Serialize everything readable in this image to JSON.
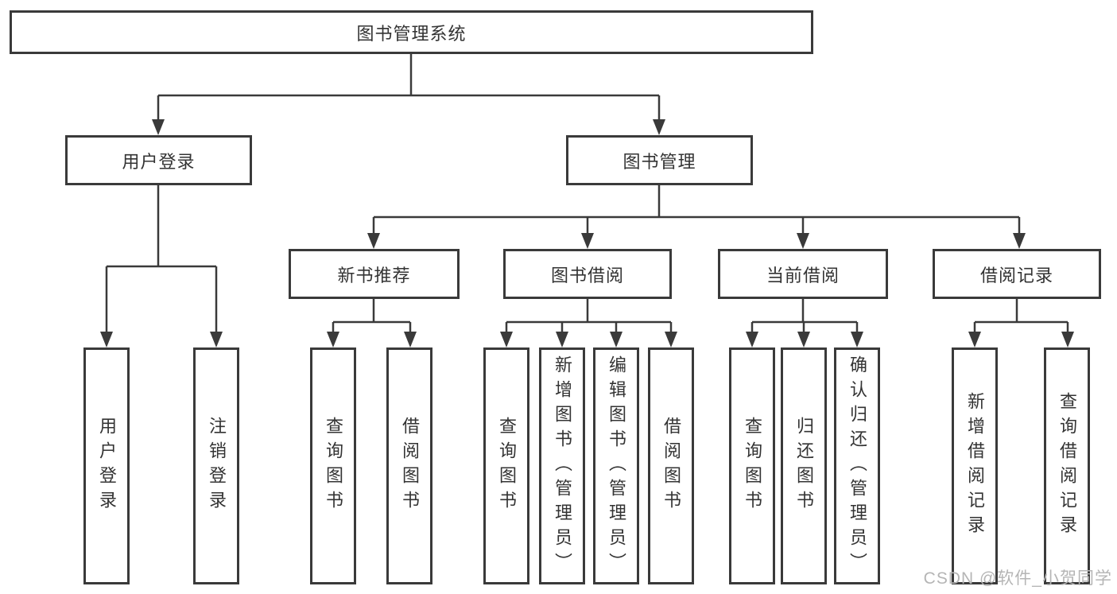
{
  "diagram_title": "图书管理系统",
  "nodes": {
    "root": "图书管理系统",
    "user_login": "用户登录",
    "book_mgmt": "图书管理",
    "new_books": "新书推荐",
    "book_borrow": "图书借阅",
    "current_borrow": "当前借阅",
    "borrow_records": "借阅记录",
    "ul_user_login": "用户登录",
    "ul_logout": "注销登录",
    "nb_query_books": "查询图书",
    "nb_borrow_books": "借阅图书",
    "bb_query_books": "查询图书",
    "bb_add_books": "新增图书（管理员）",
    "bb_edit_books": "编辑图书（管理员）",
    "bb_borrow_books": "借阅图书",
    "cb_query_books": "查询图书",
    "cb_return_books": "归还图书",
    "cb_confirm_return": "确认归还（管理员）",
    "br_add_record": "新增借阅记录",
    "br_query_record": "查询借阅记录"
  },
  "watermark": "CSDN @软件_小贺同学",
  "colors": {
    "line": "#3a3a3a",
    "box_border": "#3a3a3a",
    "text": "#333333",
    "watermark": "#b5b5b5",
    "background": "#ffffff"
  }
}
